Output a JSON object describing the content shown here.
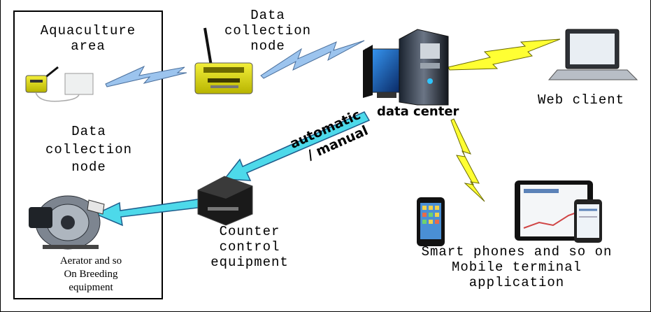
{
  "labels": {
    "aquaculture_area": [
      "Aquaculture",
      "area"
    ],
    "data_collection_node_top": [
      "Data",
      "collection",
      "node"
    ],
    "data_collection_node_left": [
      "Data",
      "collection",
      "node"
    ],
    "data_center": "data center",
    "web_client": "Web client",
    "automatic_manual": [
      "automatic",
      "/ manual"
    ],
    "counter_control_equipment": [
      "Counter",
      "control",
      "equipment"
    ],
    "aerator": [
      "Aerator and so",
      "On Breeding",
      "equipment"
    ],
    "mobile": [
      "Smart phones and so on",
      "Mobile terminal",
      "application"
    ]
  },
  "icons": {
    "sensor_node": "sensor-node-icon",
    "collector": "collector-icon",
    "server": "server-computer-icon",
    "laptop": "laptop-icon",
    "controller": "controller-box-icon",
    "aerator": "aerator-blower-icon",
    "phone": "smartphone-icon",
    "tablet": "tablet-icon"
  },
  "colors": {
    "wireless_blue": "#9cc4ee",
    "wireless_yellow": "#ffff33",
    "arrow_cyan": "#4dd9ea",
    "device_yellow": "#e6e200"
  }
}
